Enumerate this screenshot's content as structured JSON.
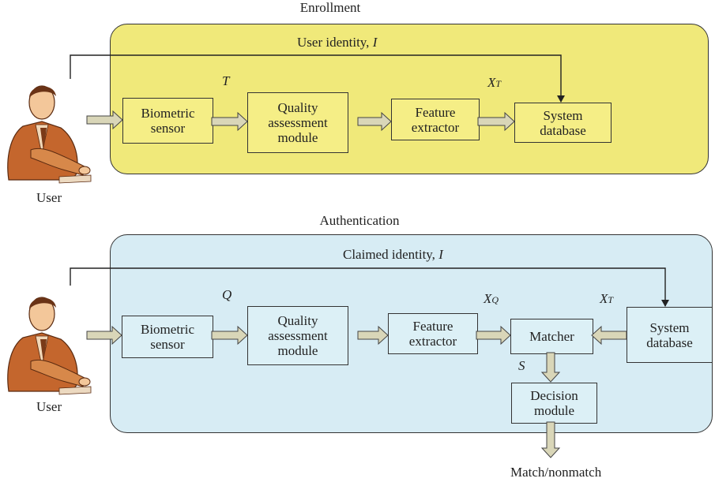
{
  "enrollment": {
    "title": "Enrollment",
    "identity_label": "User identity, I",
    "user_label": "User",
    "template_symbol": "T",
    "feature_symbol": "X",
    "feature_subscript": "T",
    "boxes": {
      "sensor": "Biometric\nsensor",
      "quality": "Quality\nassessment\nmodule",
      "extractor": "Feature\nextractor",
      "database": "System\ndatabase"
    }
  },
  "authentication": {
    "title": "Authentication",
    "identity_label": "Claimed identity, I",
    "user_label": "User",
    "query_symbol": "Q",
    "query_feature_symbol": "X",
    "query_feature_subscript": "Q",
    "template_feature_symbol": "X",
    "template_feature_subscript": "T",
    "score_symbol": "S",
    "output_label": "Match/nonmatch",
    "boxes": {
      "sensor": "Biometric\nsensor",
      "quality": "Quality\nassessment\nmodule",
      "extractor": "Feature\nextractor",
      "matcher": "Matcher",
      "database": "System\ndatabase",
      "decision": "Decision\nmodule"
    }
  },
  "colors": {
    "enrollment_panel": "#f0e97a",
    "authentication_panel": "#d7ecf4",
    "arrow_fill": "#d9d6b8"
  }
}
